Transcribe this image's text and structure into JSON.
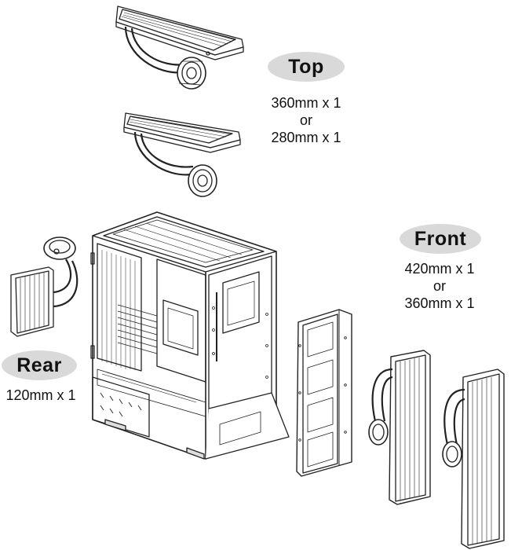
{
  "labels": {
    "top": {
      "title": "Top",
      "lines": [
        "360mm x 1",
        "or",
        "280mm x 1"
      ]
    },
    "front": {
      "title": "Front",
      "lines": [
        "420mm x 1",
        "or",
        "360mm x 1"
      ]
    },
    "rear": {
      "title": "Rear",
      "lines": [
        "120mm x 1"
      ]
    }
  },
  "colors": {
    "pill": "#d9d9d9",
    "line": "#222222"
  }
}
